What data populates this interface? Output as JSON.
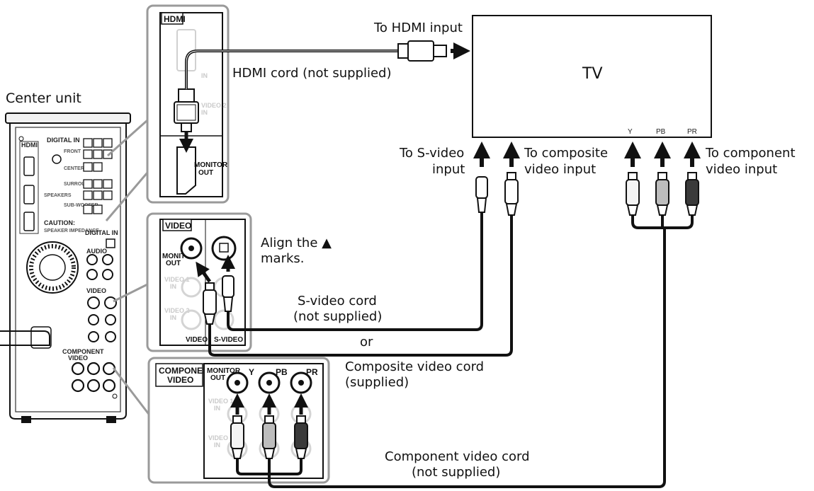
{
  "labels": {
    "center_unit": "Center unit",
    "tv": "TV",
    "to_hdmi_input": "To HDMI input",
    "hdmi_cord": "HDMI cord (not supplied)",
    "to_svideo_line1": "To S-video",
    "to_svideo_line2": "input",
    "to_composite_line1": "To composite",
    "to_composite_line2": "video input",
    "to_component_line1": "To component",
    "to_component_line2": "video input",
    "align_line1": "Align the ▲",
    "align_line2": "marks.",
    "svideo_cord_line1": "S-video cord",
    "svideo_cord_line2": "(not supplied)",
    "or": "or",
    "composite_cord_line1": "Composite video cord",
    "composite_cord_line2": "(supplied)",
    "component_cord_line1": "Component video cord",
    "component_cord_line2": "(not supplied)"
  },
  "tv_jacks": {
    "y": "Y",
    "pb": "PB",
    "pr": "PR"
  },
  "panels": {
    "hdmi": {
      "tag": "HDMI",
      "in": "IN",
      "video2_in_line1": "VIDEO 2",
      "video2_in_line2": "IN",
      "monitor_out_line1": "MONITOR",
      "monitor_out_line2": "OUT"
    },
    "video": {
      "tag": "VIDEO",
      "monitor_out_line1": "MONITOR",
      "monitor_out_line2": "OUT",
      "video1_in_line1": "VIDEO 1",
      "video1_in_line2": "IN",
      "video2_in_line1": "VIDEO 2",
      "video2_in_line2": "IN",
      "bottom_video": "VIDEO",
      "bottom_svideo": "S-VIDEO"
    },
    "component": {
      "tag_line1": "COMPONENT",
      "tag_line2": "VIDEO",
      "monitor_out_line1": "MONITOR",
      "monitor_out_line2": "OUT",
      "y": "Y",
      "pb": "PB",
      "pr": "PR",
      "video1_in_line1": "VIDEO 1",
      "video1_in_line2": "IN",
      "video2_in_line1": "VIDEO 2",
      "video2_in_line2": "IN"
    }
  },
  "unit_panel": {
    "hdmi": "HDMI",
    "digital_in": "DIGITAL IN",
    "front": "FRONT",
    "center": "CENTER",
    "surround": "SURROUND",
    "speakers": "SPEAKERS",
    "subwoofer": "SUB-WOOFER",
    "caution": "CAUTION:",
    "speaker_impedance": "SPEAKER IMPEDANCE",
    "digital_in_2": "DIGITAL IN",
    "audio": "AUDIO",
    "video": "VIDEO",
    "component_video_line1": "COMPONENT",
    "component_video_line2": "VIDEO"
  },
  "colors": {
    "line": "#111111",
    "panel_border": "#9a9a9a",
    "cable_pr": "#3a3a3a",
    "cable_pb": "#bdbdbd",
    "cable_y": "#f4f4f4"
  }
}
